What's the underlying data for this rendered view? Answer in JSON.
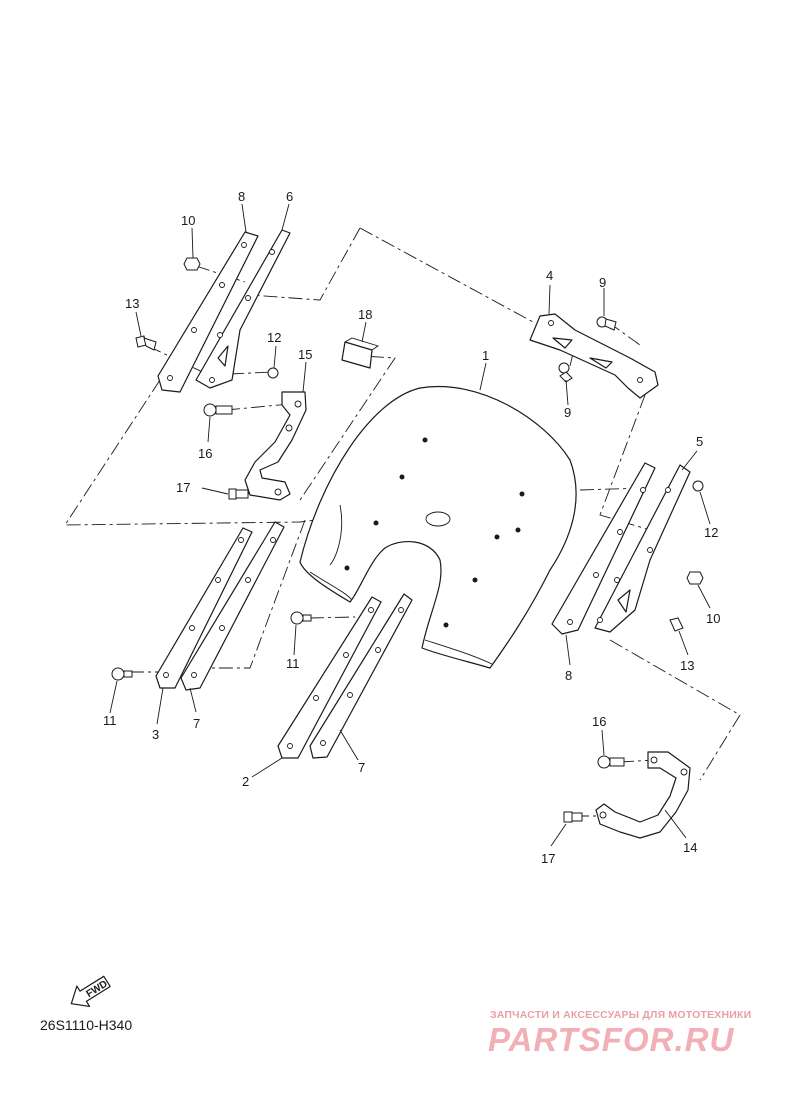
{
  "diagram_code": "26S1110-H340",
  "direction_label": "FWD",
  "watermark": {
    "tagline": "ЗАПЧАСТИ И АКСЕССУАРЫ ДЛЯ МОТОТЕХНИКИ",
    "brand": "PARTSFOR.RU"
  },
  "callouts": [
    {
      "id": "c1",
      "text": "1"
    },
    {
      "id": "c2",
      "text": "2"
    },
    {
      "id": "c3",
      "text": "3"
    },
    {
      "id": "c4",
      "text": "4"
    },
    {
      "id": "c5",
      "text": "5"
    },
    {
      "id": "c6",
      "text": "6"
    },
    {
      "id": "c7a",
      "text": "7"
    },
    {
      "id": "c7b",
      "text": "7"
    },
    {
      "id": "c8a",
      "text": "8"
    },
    {
      "id": "c8b",
      "text": "8"
    },
    {
      "id": "c9a",
      "text": "9"
    },
    {
      "id": "c9b",
      "text": "9"
    },
    {
      "id": "c10a",
      "text": "10"
    },
    {
      "id": "c10b",
      "text": "10"
    },
    {
      "id": "c11a",
      "text": "11"
    },
    {
      "id": "c11b",
      "text": "11"
    },
    {
      "id": "c12a",
      "text": "12"
    },
    {
      "id": "c12b",
      "text": "12"
    },
    {
      "id": "c13a",
      "text": "13"
    },
    {
      "id": "c13b",
      "text": "13"
    },
    {
      "id": "c14",
      "text": "14"
    },
    {
      "id": "c15",
      "text": "15"
    },
    {
      "id": "c16a",
      "text": "16"
    },
    {
      "id": "c16b",
      "text": "16"
    },
    {
      "id": "c17a",
      "text": "17"
    },
    {
      "id": "c17b",
      "text": "17"
    },
    {
      "id": "c18",
      "text": "18"
    }
  ]
}
